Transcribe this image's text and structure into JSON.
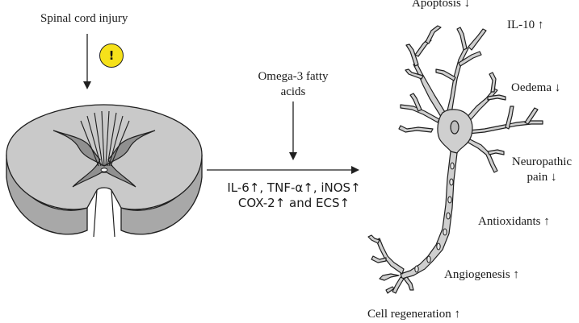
{
  "colors": {
    "tissue_light": "#c9c9c9",
    "tissue_mid": "#a8a8a8",
    "grey_matter": "#909090",
    "neuron_fill": "#cfcfcf",
    "warning_yellow": "#f6e11a",
    "stroke": "#1f1f1f"
  },
  "left_panel": {
    "title": "Spinal cord injury",
    "warning_icon_glyph": "!"
  },
  "middle_panel": {
    "treatment_line1": "Omega-3 fatty",
    "treatment_line2": "acids",
    "markers_line1": "IL-6↑, TNF-α↑, iNOS↑",
    "markers_line2": "COX-2↑ and ECS↑"
  },
  "right_panel": {
    "outcomes": {
      "apoptosis": "Apoptosis ↓",
      "il10": "IL-10 ↑",
      "oedema": "Oedema ↓",
      "neuropathic_line1": "Neuropathic",
      "neuropathic_line2": "pain ↓",
      "antioxidants": "Antioxidants ↑",
      "angiogenesis": "Angiogenesis ↑",
      "cell_regeneration": "Cell regeneration ↑"
    }
  }
}
